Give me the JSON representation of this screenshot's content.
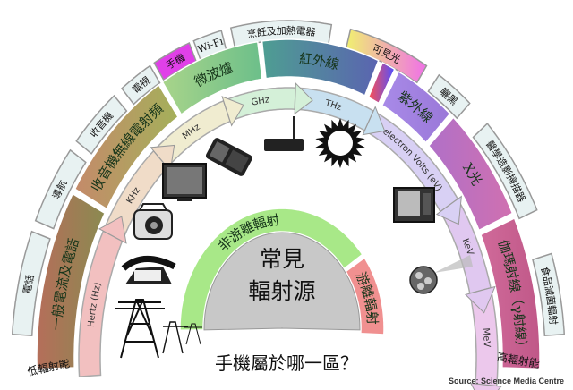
{
  "bands": [
    {
      "label": "一般電流及電話",
      "color": "#b56e5a",
      "color2": "#8a8a50"
    },
    {
      "label": "收音機無線電射頻",
      "color": "#c48a6a",
      "color2": "#a4b05a"
    },
    {
      "label": "微波爐",
      "color": "#a8d48a",
      "color2": "#6cbf8a"
    },
    {
      "label": "紅外線",
      "color": "#4e9e92",
      "color2": "#5a64b0"
    },
    {
      "label": "",
      "color": "#ff6060",
      "color2": "#6060ff"
    },
    {
      "label": "紫外線",
      "color": "#a88ae8",
      "color2": "#9a78d8"
    },
    {
      "label": "X光",
      "color": "#b070c8",
      "color2": "#d070b0"
    },
    {
      "label": "伽瑪射線（γ射線）",
      "color": "#d06a9a",
      "color2": "#c05888"
    }
  ],
  "units": [
    {
      "label": "Hertz (Hz)",
      "color": "#f2c0c0"
    },
    {
      "label": "KHz",
      "color": "#f0dcc8"
    },
    {
      "label": "MHz",
      "color": "#f0ecd0"
    },
    {
      "label": "GHz",
      "color": "#d4f0d8"
    },
    {
      "label": "THz",
      "color": "#c8e0f0"
    },
    {
      "label": "electron Volts (eV)",
      "color": "#d8d0f4"
    },
    {
      "label": "KeV",
      "color": "#e0c8f0"
    },
    {
      "label": "MeV",
      "color": "#ecc8ec"
    }
  ],
  "sources": [
    {
      "label": "電話",
      "color": "#e8f2f2"
    },
    {
      "label": "導航",
      "color": "#e8f2f2"
    },
    {
      "label": "收音機",
      "color": "#e8f2f2"
    },
    {
      "label": "電視",
      "color": "#e8f2f2"
    },
    {
      "label": "手機",
      "color": "#e040e8"
    },
    {
      "label": "Wi-Fi",
      "color": "#e8f2f2"
    },
    {
      "label": "烹飪及加熱電器",
      "color": "#e8f2f2"
    },
    {
      "label": "可見光",
      "color": "#e8e870"
    },
    {
      "label": "曬黑",
      "color": "#e8f2f2"
    },
    {
      "label": "醫學造影掃描器",
      "color": "#e8f2f2"
    },
    {
      "label": "食品滅菌輻射",
      "color": "#e8f2f2"
    }
  ],
  "inner": {
    "non_ionizing": {
      "label": "非游離輻射",
      "color": "#a8e888"
    },
    "ionizing": {
      "label": "游離輻射",
      "color": "#f09090"
    },
    "center_line1": "常見",
    "center_line2": "輻射源"
  },
  "low_energy": "低輻射能",
  "high_energy": "高輻射能",
  "question": "手機屬於哪一區？",
  "source": "Source: Science Media Centre"
}
